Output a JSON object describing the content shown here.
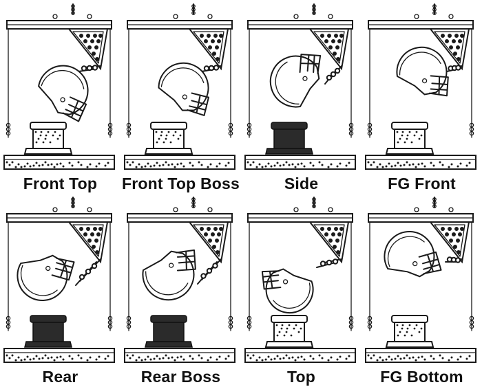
{
  "figure": {
    "panels": [
      {
        "label": "Front Top",
        "anvil": "flat",
        "pose": "front-top"
      },
      {
        "label": "Front Top Boss",
        "anvil": "flat",
        "pose": "front-top-boss"
      },
      {
        "label": "Side",
        "anvil": "dark",
        "pose": "side"
      },
      {
        "label": "FG Front",
        "anvil": "flat",
        "pose": "fg-front"
      },
      {
        "label": "Rear",
        "anvil": "dark",
        "pose": "rear"
      },
      {
        "label": "Rear Boss",
        "anvil": "dark",
        "pose": "rear-boss"
      },
      {
        "label": "Top",
        "anvil": "flat",
        "pose": "top"
      },
      {
        "label": "FG Bottom",
        "anvil": "flat",
        "pose": "fg-bottom"
      }
    ]
  }
}
